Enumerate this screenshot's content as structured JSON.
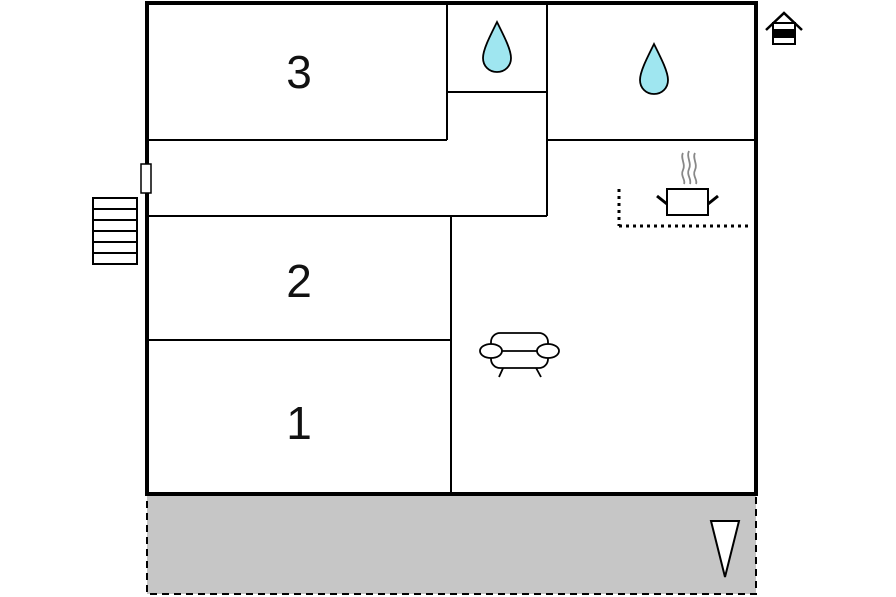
{
  "floorplan": {
    "rooms": [
      {
        "id": "bedroom-3",
        "label": "3"
      },
      {
        "id": "bedroom-2",
        "label": "2"
      },
      {
        "id": "bedroom-1",
        "label": "1"
      }
    ],
    "icons": [
      "house-icon",
      "water-drop-icon",
      "water-drop-icon",
      "cooking-pot-icon",
      "sofa-icon",
      "stairs-icon",
      "compass-north-icon"
    ],
    "colors": {
      "wall": "#000000",
      "water": "#9fe6f0",
      "terrace": "#c6c6c6",
      "background": "#ffffff"
    }
  }
}
